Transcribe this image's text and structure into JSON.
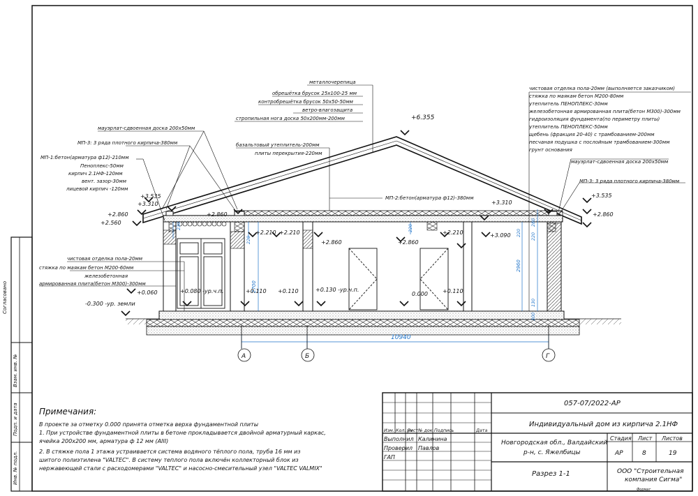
{
  "levels": {
    "ridge": "+6.355",
    "eave_left_top": "+3.535",
    "eave_right_top": "+3.535",
    "mauerlat_left": "+3.310",
    "mauerlat_right": "+3.310",
    "wall_top_left": "+2.860",
    "wall_top_center": "+2.860",
    "wall_top_right": "+2.860",
    "eave_left_bottom": "+2.560",
    "ceiling_1": "+2.210",
    "ceiling_2": "+2.210",
    "ceiling_3": "+2.210",
    "beam_1": "+2.860",
    "beam_2": "+2.860",
    "ceiling_right": "+3.090",
    "floor_left": "+0.080 -ур.ч.п.",
    "floor_l1": "+0.110",
    "floor_l2": "+0.110",
    "floor_center": "+0.130 -ур.ч.п.",
    "floor_zero": "0.000",
    "floor_r": "+0.110",
    "step": "+0.060",
    "ground": "-0.300 -ур. земли"
  },
  "callouts": {
    "roof": [
      "металлочерепица",
      "обрешётка брусок 25х100-25 мм",
      "контробрешётка брусок 50х50-50мм",
      "ветро-влагозащита",
      "стропильная нога доска 50х200мм-200мм"
    ],
    "mauerlat_left": "мауэрлат-сдвоенная доска 200х50мм",
    "mp3_left": "МП-3: 3 ряда плотного кирпича-380мм",
    "mp1_left": [
      "МП-1:бетон(арматура ф12)-210мм",
      "Пеноплекс-50мм",
      "кирпич 2.1НФ-120мм",
      "вент. зазор-30мм",
      "лицевой кирпич -120мм"
    ],
    "attic": [
      "базальтовый утеплитель-200мм",
      "плиты перекрытия-220мм"
    ],
    "mp2": "МП-2:бетон(арматура ф12)-380мм",
    "floor_right": [
      "чистовая отделка пола-20мм (выполняется заказчиком)",
      "стяжка по маякам бетон М200-80мм",
      "утеплитель ПЕНОПЛЕКС-30мм",
      "железобетонная армированная плита(бетон М300)-300мм",
      "гидроизоляция фундамента(по периметру плиты)",
      "утеплитель ПЕНОПЛЕКС-50мм",
      "щебень (фракция 20-40) с трамбованием-200мм",
      "песчаная подушка с послойным трамбованием-300мм",
      "грунт основания"
    ],
    "mauerlat_right": "мауэрлат-сдвоенная доска 200х50мм",
    "mp3_right": "МП-3: 3 ряда плотного кирпича-380мм",
    "floor_left": [
      "чистовая отделка пола-20мм",
      "стяжка по маякам бетон М200-60мм",
      "железобетонная",
      "армированная плита(бетон М300)-300мм"
    ]
  },
  "dimensions": {
    "overall": "10940",
    "h_2700": "2700",
    "h_2960": "2960",
    "h_220a": "220",
    "h_220b": "220",
    "h_220c": "220",
    "h_220d": "220",
    "h_300": "300",
    "h_130": "130",
    "h_280": "280",
    "h_230": "230"
  },
  "axes": [
    "А",
    "Б",
    "Г"
  ],
  "notes": {
    "heading": "Примечания:",
    "lines": [
      "В проекте за отметку 0.000 принята отметка верха фундаментной плиты",
      "1. При устройстве фундаментной плиты в бетоне прокладывается двойной арматурный каркас,",
      "ячейка 200х200 мм, арматура ф 12 мм (AIII)",
      "2. В стяжке пола 1 этажа устраивается система водяного тёплого пола, труба 16 мм из",
      "шитого полиэтилена \"VALTEC\". В систему теплого пола включён коллекторный блок из",
      "нержавеющей стали с расходомерами \"VALTEC\" и насосно-смесительный узел \"VALTEC VALMIX\""
    ]
  },
  "side_stamp": [
    "Согласовано",
    "Взам. инв. №",
    "Подп. и дата",
    "Инв. № подл."
  ],
  "title_block": {
    "code": "057-07/2022-АР",
    "project": "Индивидуальный дом из кирпича 2.1НФ",
    "location_1": "Новгородская обл., Валдайский",
    "location_2": "р-н, с. Яжелбицы",
    "sheet_title": "Разрез 1-1",
    "company_1": "ООО \"Строительная",
    "company_2": "компания Сигма\"",
    "col_headers": [
      "Изм.",
      "Кол. уч",
      "Лист",
      "№ док.",
      "Подпись",
      "Дата"
    ],
    "roles": [
      {
        "role": "Выполнил",
        "name": "Калинина"
      },
      {
        "role": "Проверил",
        "name": "Павлов"
      },
      {
        "role": "ГАП",
        "name": ""
      }
    ],
    "stage_label": "Стадия",
    "sheet_label": "Лист",
    "sheets_label": "Листов",
    "stage": "АР",
    "sheet": "8",
    "sheets": "19",
    "format": "Формат"
  }
}
